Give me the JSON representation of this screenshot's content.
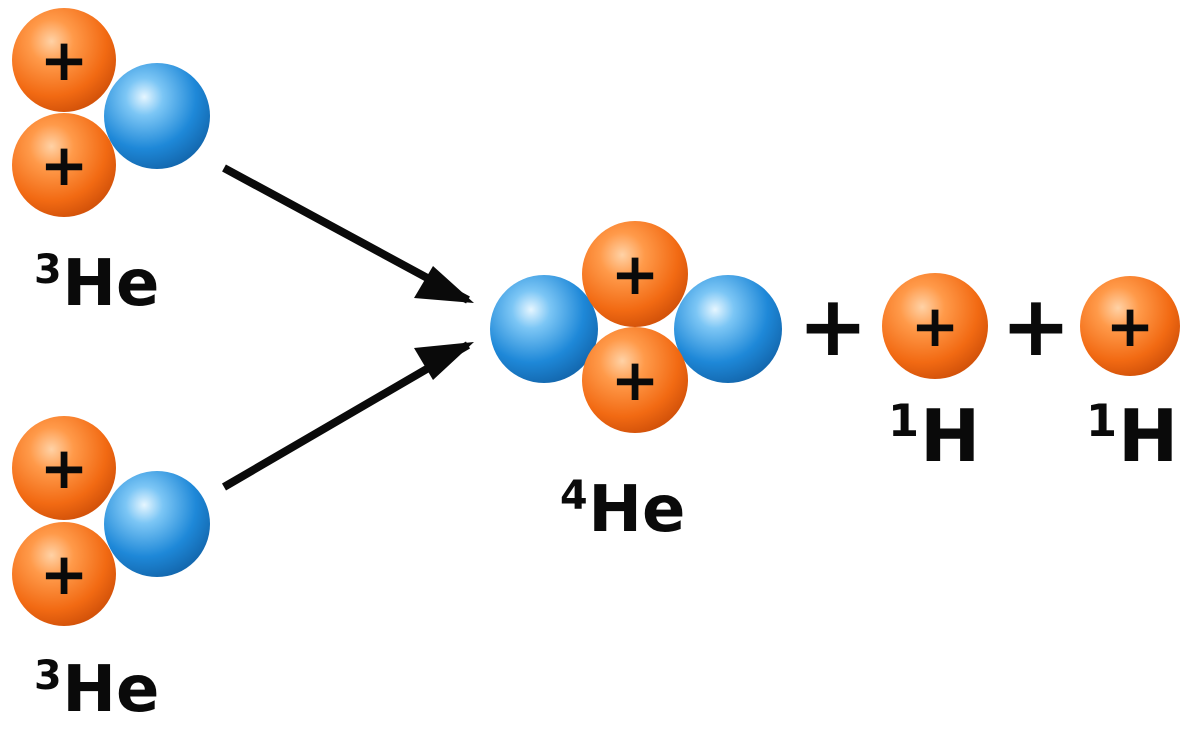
{
  "diagram": {
    "proton_symbol": "+",
    "operator_symbol": "+",
    "reactants": [
      {
        "mass_number": "3",
        "element": "He"
      },
      {
        "mass_number": "3",
        "element": "He"
      }
    ],
    "products": [
      {
        "mass_number": "4",
        "element": "He"
      },
      {
        "mass_number": "1",
        "element": "H"
      },
      {
        "mass_number": "1",
        "element": "H"
      }
    ]
  },
  "colors": {
    "proton": "#f26a13",
    "neutron": "#1e88d8",
    "arrow": "#0a0a0a",
    "text": "#0a0a0a"
  },
  "icons": {
    "proton": "proton-sphere-icon",
    "neutron": "neutron-sphere-icon",
    "arrow": "reaction-arrow-icon"
  }
}
